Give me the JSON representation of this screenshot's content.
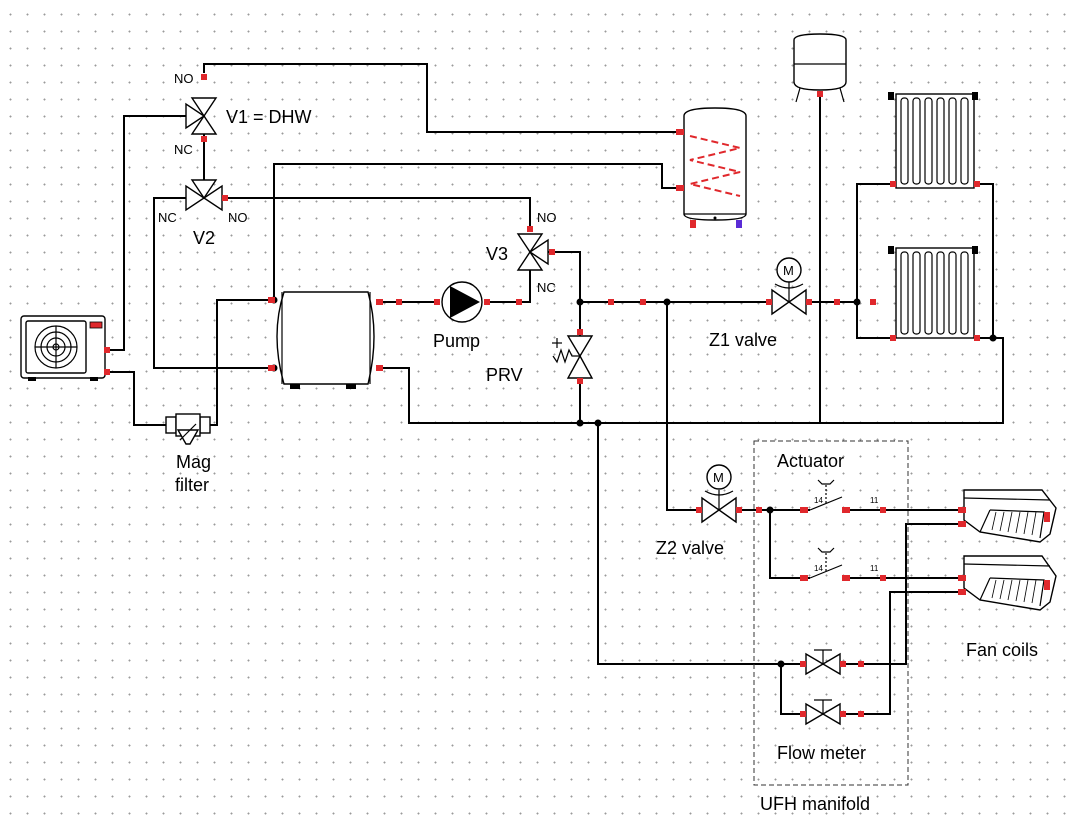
{
  "labels": {
    "v1": "V1 = DHW",
    "v2": "V2",
    "v3": "V3",
    "pump": "Pump",
    "prv": "PRV",
    "mag_filter_line1": "Mag",
    "mag_filter_line2": "filter",
    "z1_valve": "Z1 valve",
    "z2_valve": "Z2 valve",
    "actuator": "Actuator",
    "fan_coils": "Fan coils",
    "flow_meter": "Flow meter",
    "ufh_manifold": "UFH manifold",
    "motor": "M"
  },
  "ports": {
    "no": "NO",
    "nc": "NC"
  },
  "relay": {
    "contact_14": "14",
    "contact_11": "11"
  },
  "colors": {
    "pipe": "#000000",
    "port": "#e0282c",
    "coil": "#e0282c"
  }
}
